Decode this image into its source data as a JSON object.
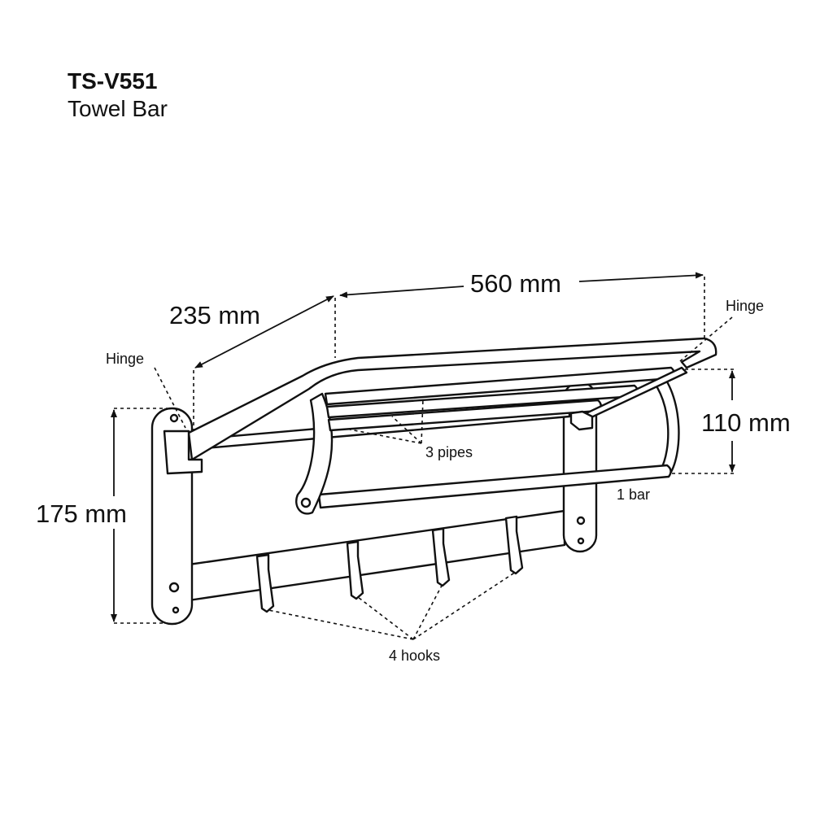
{
  "header": {
    "model": "TS-V551",
    "product": "Towel Bar"
  },
  "dimensions": {
    "width": "560 mm",
    "depth": "235 mm",
    "height": "175 mm",
    "shelf_height": "110 mm"
  },
  "labels": {
    "hinge_left": "Hinge",
    "hinge_right": "Hinge",
    "pipes": "3 pipes",
    "bar": "1 bar",
    "hooks": "4 hooks"
  }
}
